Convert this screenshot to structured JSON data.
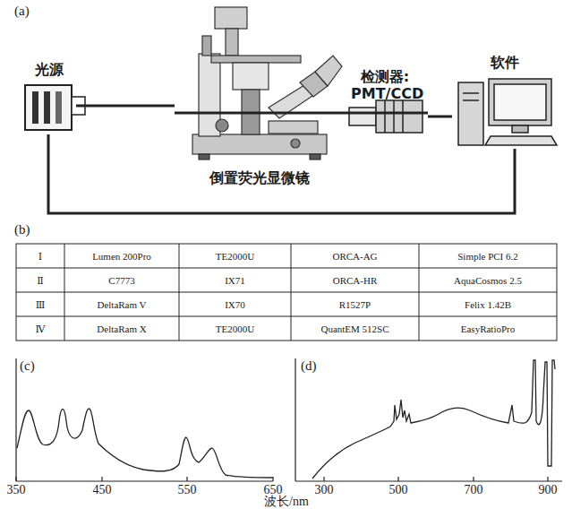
{
  "diagram": {
    "nodes": [
      {
        "text": [
          "光源"
        ]
      },
      {
        "text": [
          "倒置荧光显微镜"
        ]
      },
      {
        "text": [
          "检测器: PMT/CCD"
        ]
      },
      {
        "text": [
          "软件"
        ]
      }
    ],
    "edges": [
      {
        "from": 0,
        "to": 1,
        "arrow": "none"
      },
      {
        "from": 1,
        "to": 2,
        "arrow": "none"
      },
      {
        "from": 2,
        "to": 3,
        "arrow": "none"
      },
      {
        "from": 0,
        "to": 3,
        "arrow": "none"
      }
    ],
    "labels": [
      "(a)",
      "(b)",
      "Ⅰ",
      "Lumen 200Pro",
      "TE2000U",
      "ORCA-AG",
      "Simple PCI 6.2",
      "Ⅱ",
      "C7773",
      "IX71",
      "ORCA-HR",
      "AquaCosmos 2.5",
      "Ⅲ",
      "DeltaRam V",
      "IX70",
      "R1527P",
      "Felix 1.42B",
      "Ⅳ",
      "DeltaRam X",
      "TE2000U",
      "QuantEM 512SC",
      "EasyRatioPro",
      "(c)",
      "(d)",
      "350",
      "450",
      "550",
      "650",
      "300",
      "500",
      "700",
      "900",
      "波长/nm"
    ]
  }
}
